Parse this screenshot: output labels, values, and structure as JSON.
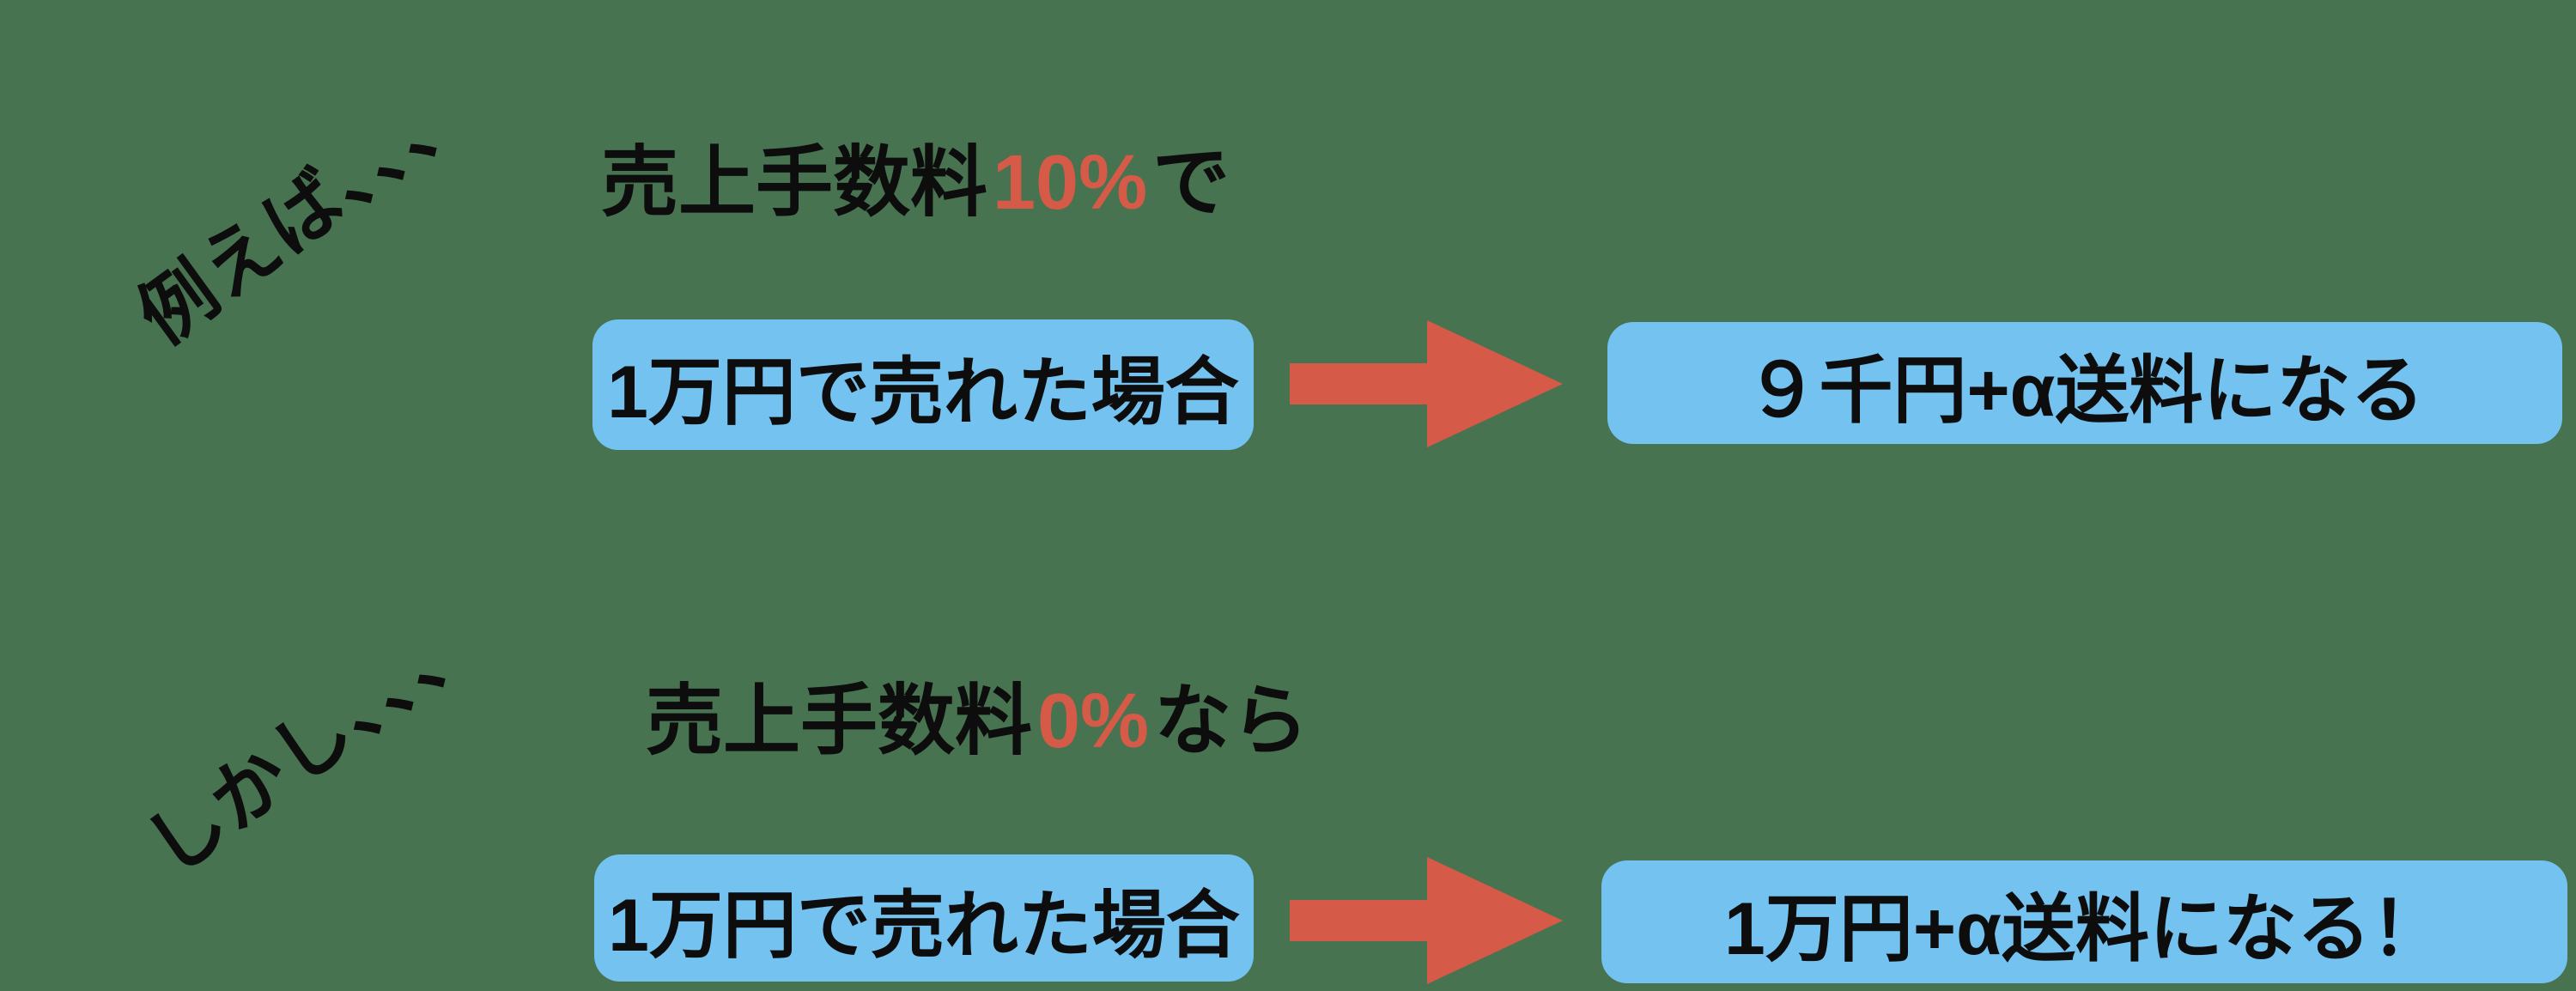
{
  "colors": {
    "background_green": "#487350",
    "box_blue": "#74C2EF",
    "accent_red": "#D65A48",
    "text_black": "#0d0d0d"
  },
  "rows": [
    {
      "label": "例えば、、、",
      "caption_prefix": "売上手数料",
      "caption_highlight": "10%",
      "caption_suffix": "で",
      "left_box": "1万円で売れた場合",
      "right_box": "９千円+α送料になる"
    },
    {
      "label": "しかし、、、",
      "caption_prefix": "売上手数料",
      "caption_highlight": "0%",
      "caption_suffix": "なら",
      "left_box": "1万円で売れた場合",
      "right_box": "1万円+α送料になる！"
    }
  ]
}
